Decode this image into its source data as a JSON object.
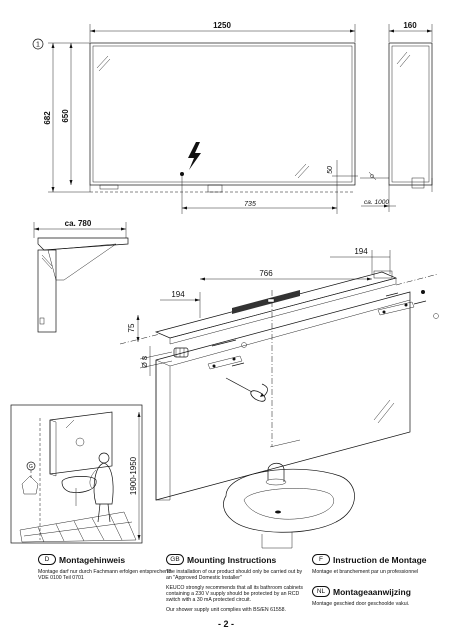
{
  "step_number": "1",
  "dimensions": {
    "width_1250": "1250",
    "depth_160": "160",
    "height_682": "682",
    "height_650": "650",
    "offset_50": "50",
    "offset_735": "735",
    "distance_1000": "ca. 1000",
    "bracket_780": "ca. 780",
    "hole_766": "766",
    "hole_194_right": "194",
    "hole_194_left": "194",
    "height_75": "75",
    "drill_8": "Ø 8",
    "mount_height": "1900-1950"
  },
  "instructions": {
    "de": {
      "code": "D",
      "title": "Montagehinweis",
      "text": "Montage darf nur durch Fachmann erfolgen entsprechend VDE 0100 Teil 0701"
    },
    "gb": {
      "code": "GB",
      "title": "Mounting Instructions",
      "paragraphs": [
        "The installation of our product should only be carried out by an \"Approved Domestic Installer\"",
        "KEUCO strongly recommends that all its bathroom cabinets containing a 230 V supply should be protected by an RCD switch with a 30 mA protected circuit.",
        "Our shower supply unit complies with BS/EN 61558."
      ]
    },
    "fr": {
      "code": "F",
      "title": "Instruction de Montage",
      "text": "Montage et branchement par un professionnel"
    },
    "nl": {
      "code": "NL",
      "title": "Montageaanwijzing",
      "text": "Montage geschied door geschoolde vakui."
    }
  },
  "page_number": "- 2 -"
}
